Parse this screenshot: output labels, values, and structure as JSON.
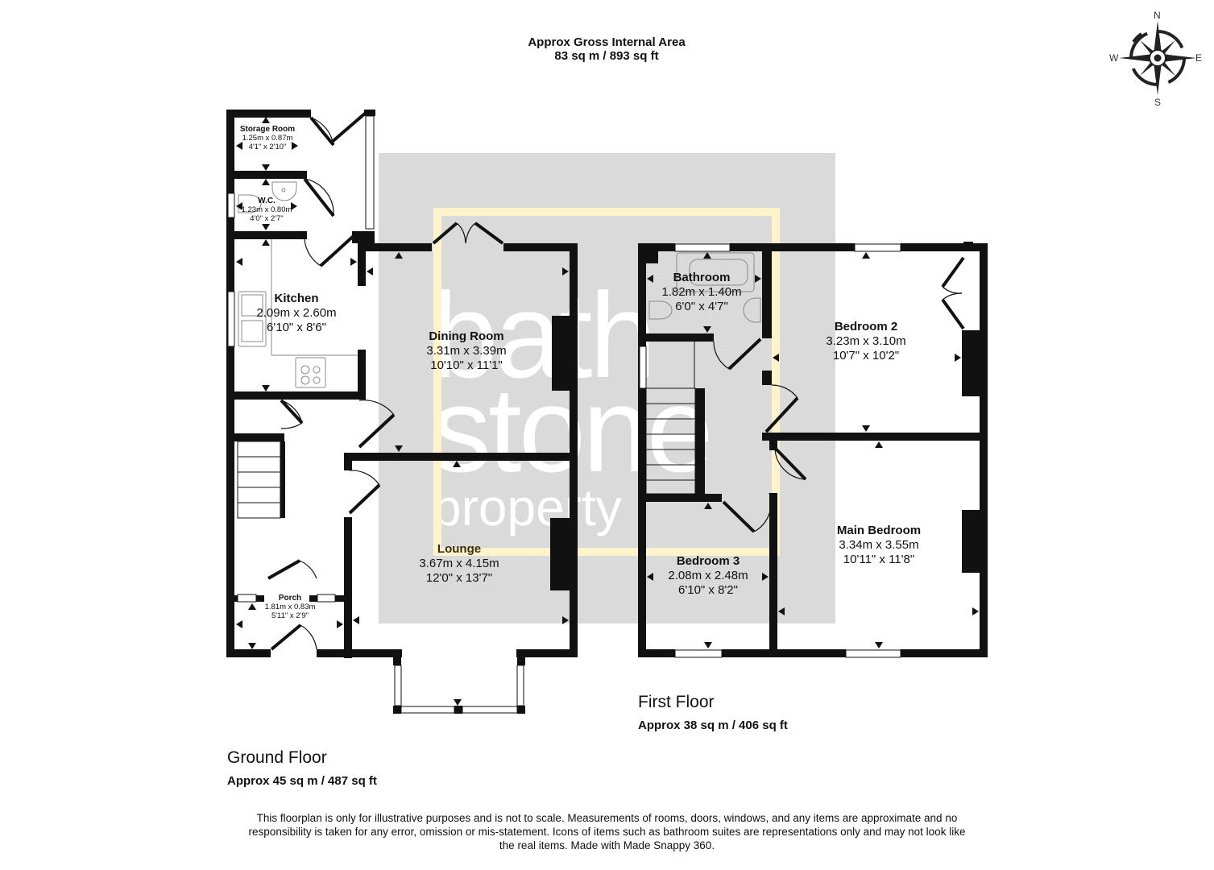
{
  "header": {
    "title_line1": "Approx Gross Internal Area",
    "title_line2": "83 sq m / 893 sq ft"
  },
  "compass": {
    "icon": "compass-rose-icon",
    "n": "N",
    "e": "E",
    "s": "S",
    "w": "W"
  },
  "watermark": {
    "line1": "bath",
    "line2": "stone",
    "line3": "property",
    "box_color": "#d9dad9",
    "frame_color": "#fff3cc"
  },
  "ground_floor": {
    "name": "Ground Floor",
    "area": "Approx 45 sq m / 487 sq ft",
    "rooms": [
      {
        "name": "Storage Room",
        "metric": "1.25m x 0.87m",
        "imperial": "4'1\" x 2'10\""
      },
      {
        "name": "W.C.",
        "metric": "1.23m x 0.80m",
        "imperial": "4'0\" x 2'7\""
      },
      {
        "name": "Kitchen",
        "metric": "2.09m x 2.60m",
        "imperial": "6'10\" x 8'6\""
      },
      {
        "name": "Dining Room",
        "metric": "3.31m x 3.39m",
        "imperial": "10'10\" x 11'1\""
      },
      {
        "name": "Lounge",
        "metric": "3.67m x 4.15m",
        "imperial": "12'0\" x 13'7\""
      },
      {
        "name": "Porch",
        "metric": "1.81m x 0.83m",
        "imperial": "5'11\" x 2'9\""
      }
    ]
  },
  "first_floor": {
    "name": "First Floor",
    "area": "Approx 38 sq m / 406 sq ft",
    "rooms": [
      {
        "name": "Bathroom",
        "metric": "1.82m x 1.40m",
        "imperial": "6'0\" x 4'7\""
      },
      {
        "name": "Bedroom 2",
        "metric": "3.23m x 3.10m",
        "imperial": "10'7\" x 10'2\""
      },
      {
        "name": "Main Bedroom",
        "metric": "3.34m x 3.55m",
        "imperial": "10'11\" x 11'8\""
      },
      {
        "name": "Bedroom 3",
        "metric": "2.08m x 2.48m",
        "imperial": "6'10\" x 8'2\""
      }
    ]
  },
  "disclaimer": "This floorplan is only for illustrative purposes and is not to scale. Measurements of rooms, doors, windows, and any items are approximate and no responsibility is taken for any error, omission or mis-statement. Icons of items such as bathroom suites are representations only and may not look like the real items. Made with Made Snappy 360."
}
